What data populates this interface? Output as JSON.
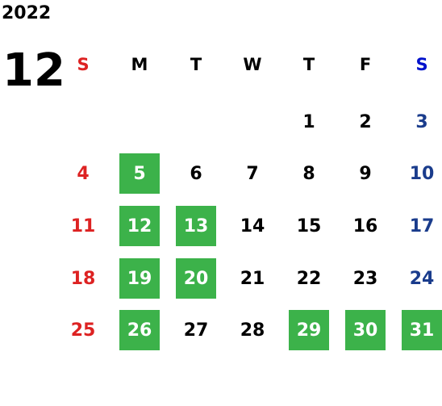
{
  "calendar": {
    "year": "2022",
    "month": "12",
    "weekdays": [
      "S",
      "M",
      "T",
      "W",
      "T",
      "F",
      "S"
    ],
    "weeks": [
      [
        "",
        "",
        "",
        "",
        "1",
        "2",
        "3"
      ],
      [
        "4",
        "5",
        "6",
        "7",
        "8",
        "9",
        "10"
      ],
      [
        "11",
        "12",
        "13",
        "14",
        "15",
        "16",
        "17"
      ],
      [
        "18",
        "19",
        "20",
        "21",
        "22",
        "23",
        "24"
      ],
      [
        "25",
        "26",
        "27",
        "28",
        "29",
        "30",
        "31"
      ]
    ],
    "highlighted_days": [
      "5",
      "12",
      "13",
      "19",
      "20",
      "26",
      "29",
      "30",
      "31"
    ]
  },
  "colors": {
    "sunday": "#dd2222",
    "saturday_header": "#0011cc",
    "saturday": "#1a3c8c",
    "highlight_bg": "#3cb24a",
    "highlight_text": "#ffffff"
  }
}
